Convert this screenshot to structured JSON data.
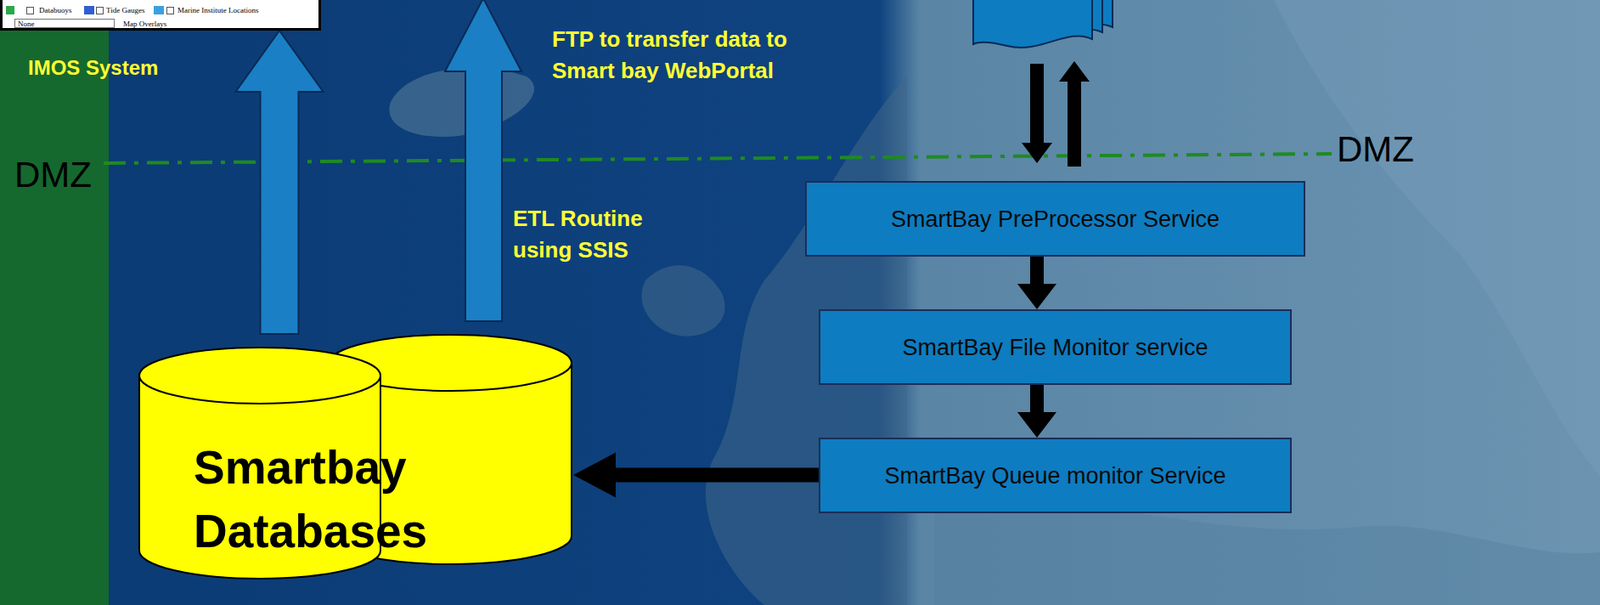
{
  "diagram": {
    "nodes": [
      {
        "text": [
          "Databuoys",
          "Tide Gauges",
          "Marine Institute Locations",
          "None",
          "Map Overlays",
          "IMOS System"
        ]
      },
      {
        "text": [
          "SmartBay PreProcessor Service"
        ]
      },
      {
        "text": [
          "SmartBay File Monitor service"
        ]
      },
      {
        "text": [
          "SmartBay Queue monitor Service"
        ]
      },
      {
        "text": [
          "Smartbay Databases"
        ]
      }
    ],
    "edges": [
      {
        "from": 4,
        "to": 0,
        "arrow": "to"
      },
      {
        "from": 1,
        "to": 2,
        "arrow": "to"
      },
      {
        "from": 2,
        "to": 3,
        "arrow": "to"
      },
      {
        "from": 3,
        "to": 4,
        "arrow": "to"
      }
    ],
    "labels": [
      "FTP to transfer data to Smart bay WebPortal",
      "DMZ",
      "DMZ",
      "ETL Routine using SSIS"
    ]
  }
}
